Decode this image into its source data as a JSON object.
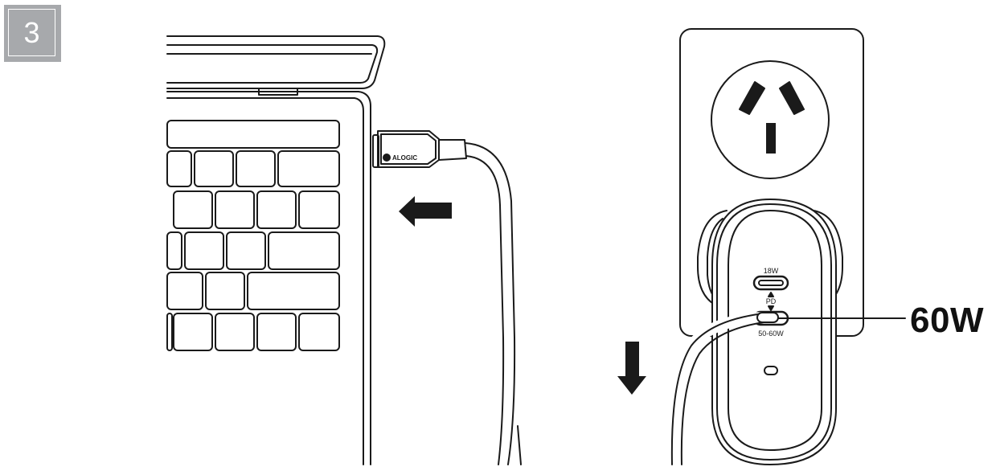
{
  "step": {
    "number": "3"
  },
  "cable": {
    "brand_text": "ALOGIC"
  },
  "charger": {
    "top_port_label": "18W",
    "pd_label": "PD",
    "bottom_port_label": "50-60W"
  },
  "callout": {
    "label": "60W"
  },
  "colors": {
    "line": "#1a1a1a",
    "badge": "#a7a9ac",
    "arrow": "#1a1a1a"
  }
}
